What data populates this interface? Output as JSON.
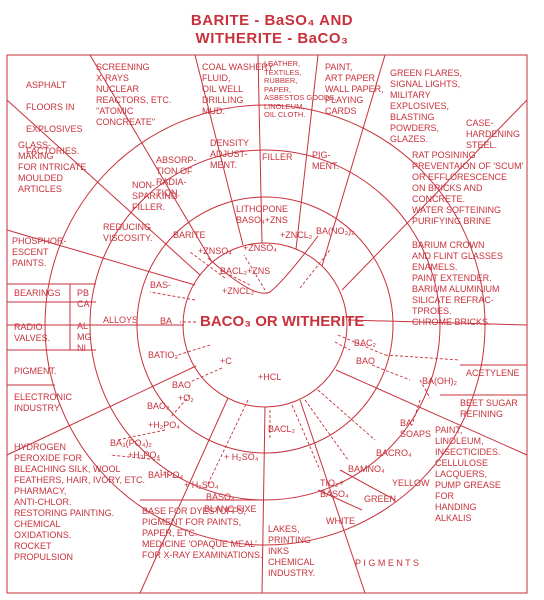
{
  "title": {
    "line1": "BARITE - BaSO₄ AND",
    "line2": "WITHERITE - BaCO₃"
  },
  "center": "BaCO₃ or WITHERITE",
  "colors": {
    "ink": "#c8323c",
    "background": "#ffffff"
  },
  "outer": {
    "asphalt": "ASPHALT\n\nFLOORS IN\n\nEXPLOSIVES\n\nFACTORIES.",
    "screening": "SCREENING\nX-RAYS\nNUCLEAR\nREACTORS, ETC.\n\"ATOMIC\nCONCREATE\"",
    "coal": "COAL WASHERY\nFLUID,\nOIL WELL\nDRILLING\nMUD.",
    "leather": "LEATHER,\nTEXTILES,\nRUBBER,\nPAPER,\nASBESTOS GOODS,\nLINOLEUM,\nOIL CLOTH.",
    "paint": "PAINT,\nART PAPER\nWALL PAPER,\nPLAYING\nCARDS",
    "green_flares": "GREEN FLARES,\nSIGNAL LIGHTS,\nMILITARY\nEXPLOSIVES,\nBLASTING\nPOWDERS,\nGLAZES.",
    "case_hardening": "CASE-\nHARDENING\nSTEEL.",
    "rat": "RAT POSINING\nPREVENTAION OF 'SCUM'\nOR EFFLORESCENCE\nON BRICKS AND\nCONCRETE.\nWATER SOFTEINING\nPURIFYING BRINE",
    "glass": "GLASS-\nMAKING\nFOR INTRICATE\nMOULDED\nARTICLES",
    "barium_crown": "BARIUM CROWN\nAND FLINT GLASSES\nENAMELS.\nPAINT EXTENDER.\nBARIUM ALUMINIUM\nSILICATE REFRAC-\nTPROES.\nCHROME BRICKS.",
    "phosphor": "PHOSPHOR-\nESCENT\nPAINTS.",
    "bearings": "BEARINGS",
    "radio": "RADIO\nVALVES.",
    "pigment": "PIGMENT.",
    "electronic": "ELECTRONIC\nINDUSTRY",
    "acetylene": "ACETYLENE",
    "beet": "BEET SUGAR\nREFINING",
    "paint2": "PAINT,\nLINOLEUM,\nINSECTICIDES.\nCELLULOSE\nLACQUERS,\nPUMP GREASE\nFOR\nHANDING\nALKALIS",
    "hydrogen": "HYDROGEN\nPEROXIDE FOR\nBLEACHING SILK, WOOL\nFEATHERS, HAIR, IVORY, ETC.\nPHARMACY,\nANTI-CHLOR.\nRESTORING PAINTING.\nCHEMICAL\nOXIDATIONS.\nROCKET\nPROPULSION",
    "base_dyes": "BASE FOR DYESTUFFS,\nPIGMENT FOR PAINTS,\nPAPER, ETC.\nMEDICINE 'OPAQUE MEAL'\nFOR X-RAY EXAMINATIONS.",
    "lakes": "LAKES,\nPRINTING\nINKS\nCHEMICAL\nINDUSTRY.",
    "pigments": "P I G M E N T S"
  },
  "middle": {
    "density": "DENSITY\nADJUST-\nMENT.",
    "filler": "FILLER",
    "pigment": "PIG-\nMENT.",
    "absorption": "ABSORP-\nTION OF\nRADIA-\nTION.",
    "nonsparking": "NON-\nSPARKING\nFILLER.",
    "reducing": "REDUCING\nVISCOSITY.",
    "alloys": "ALLOYS",
    "alloy_metals": "Pb\nCa\n\nAL\nMg\nNi",
    "white": "WHITE",
    "green": "GREEN",
    "yellow": "YELLOW"
  },
  "inner": {
    "barite": "BARITE",
    "lithopone": "LITHOPONE\nBaSO₄+ZnS",
    "znso4_a": "+ZnSO₄",
    "znso4_b": "+ZnSO₄",
    "zncl2_a": "+ZnCl₂",
    "bacl2_zns": "BaCL₂+ZnS",
    "zncl2_b": "+ZnCL₂",
    "bas": "BAS-",
    "ba": "Ba",
    "ba_no3": "Ba(NO₃)₂",
    "batio3": "BaTiO₃",
    "c": "+C",
    "bao_left": "BaO",
    "bao2": "BaO₂",
    "o2": "+O₂",
    "h2po4": "+H₂PO₄",
    "ba3po4": "Ba₃(PO₄)₂",
    "h3po4": "+H₃PO₄",
    "bahpo4": "BaHPO₄",
    "h2so4_a": "+ H₂SO₄",
    "h2so4_b": "+ H₂SO₄",
    "baso4": "BaSO₄",
    "blanc": "BLANC FIXE",
    "hcl": "+HCL",
    "bacl2": "BaCL₂",
    "bac2": "BaC₂",
    "bao_right": "BaO",
    "baoh2": "Ba(OH)₂",
    "ba_soaps": "Ba\nSOAPS",
    "bacro4": "BaCrO₄",
    "bamno4": "BaMnO₄",
    "tio2": "TiO₂+\nBaSO₄"
  }
}
